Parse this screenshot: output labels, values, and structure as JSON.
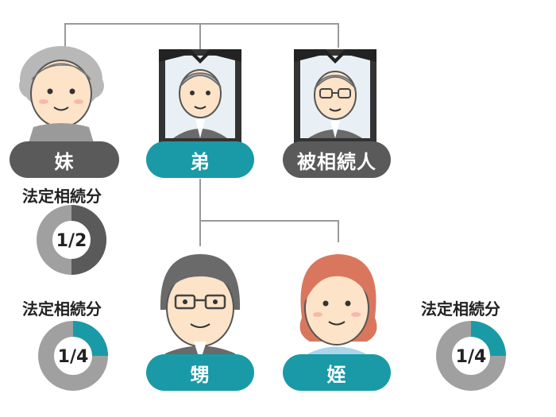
{
  "nodes": {
    "sister": {
      "label": "妹",
      "share_title": "法定相続分",
      "share": "1/2",
      "share_fraction": 0.5,
      "color": "#5a5a5a"
    },
    "brother": {
      "label": "弟"
    },
    "deceased": {
      "label": "被相続人"
    },
    "nephew": {
      "label": "甥"
    },
    "niece": {
      "label": "姪"
    }
  },
  "nephew_share": {
    "share_title": "法定相続分",
    "share": "1/4",
    "share_fraction": 0.25,
    "color": "#1a9aa6"
  },
  "niece_share": {
    "share_title": "法定相続分",
    "share": "1/4",
    "share_fraction": 0.25,
    "color": "#1a9aa6"
  },
  "colors": {
    "dark": "#5a5a5a",
    "teal": "#1a9aa6",
    "ring": "#a0a0a0",
    "line": "#9a9a9a"
  }
}
